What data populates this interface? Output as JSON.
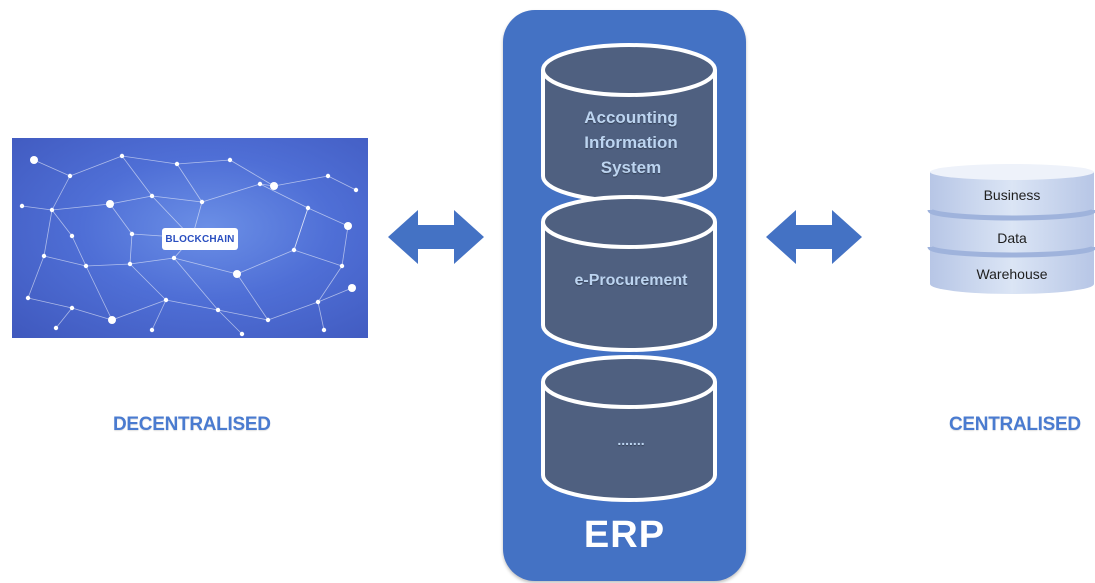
{
  "blockchain": {
    "badge": "BLOCKCHAIN"
  },
  "labels": {
    "left": "DECENTRALISED",
    "right": "CENTRALISED"
  },
  "erp": {
    "title": "ERP",
    "modules": [
      {
        "lines": [
          "Accounting",
          "Information",
          "System"
        ]
      },
      {
        "lines": [
          "e-Procurement"
        ]
      },
      {
        "lines": [
          "......."
        ]
      }
    ]
  },
  "warehouse": {
    "lines": [
      "Business",
      "Data",
      "Warehouse"
    ]
  },
  "colors": {
    "erp_frame": "#4472c4",
    "cylinder_fill": "#4f6080",
    "label_blue": "#4a7bd0",
    "arrow": "#4472c4",
    "blockchain_bg": "#4f6fd6"
  },
  "icons": [
    "bidirectional-arrow-icon",
    "network-graph-icon",
    "database-cylinder-icon"
  ]
}
